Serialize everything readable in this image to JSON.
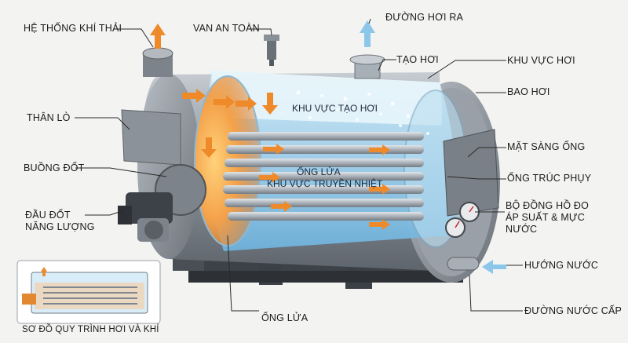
{
  "labels": {
    "exhaust": "HỆ THỐNG KHÍ THẢI",
    "safety_valve": "VAN AN TOÀN",
    "steam_out": "ĐƯỜNG HƠI RA",
    "steam_gen": "TẠO HƠI",
    "steam_area": "KHU VỰC HƠI",
    "steam_drum": "BAO HƠI",
    "furnace_body": "THÂN LÒ",
    "tube_sheet": "MẶT SÀNG ỐNG",
    "combustion_chamber": "BUỒNG ĐỐT",
    "backup_tubes": "ỐNG TRÚC PHỤY",
    "gauges_line1": "BỘ ĐỒNG HỒ ĐO",
    "gauges_line2": "ÁP SUẤT & MỰC",
    "gauges_line3": "NƯỚC",
    "burner_line1": "ĐẦU ĐỐT",
    "burner_line2": "NĂNG LƯỢNG",
    "water_direction": "HƯỚNG NƯỚC",
    "water_supply": "ĐƯỜNG NƯỚC CẤP",
    "fire_tube_bottom": "ỐNG LỬA",
    "schematic": "SƠ ĐỒ QUY TRÌNH HƠI VÀ KHÍ"
  },
  "inner": {
    "steam_gen_zone": "KHU VỰC TẠO HƠI",
    "fire_tube": "ỐNG LỬA",
    "heat_transfer_zone": "KHU VỰC TRUYỀN NHIỆT"
  },
  "colors": {
    "shell": "#8d939b",
    "water": "#8fc6e6",
    "fire": "#f29a3a",
    "arrow_hot": "#ef8a2a",
    "arrow_cold": "#8cc7ea",
    "leader": "#2a2a2a"
  }
}
